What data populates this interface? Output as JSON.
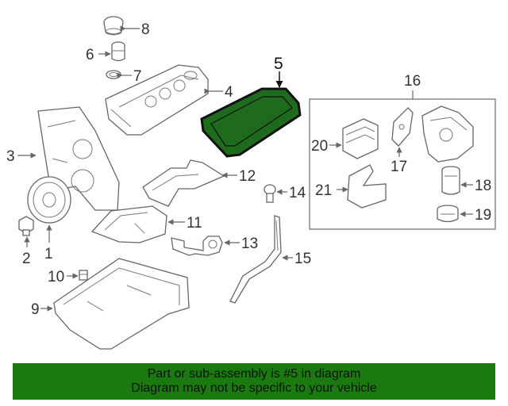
{
  "diagram": {
    "callouts": {
      "c1": "1",
      "c2": "2",
      "c3": "3",
      "c4": "4",
      "c5": "5",
      "c6": "6",
      "c7": "7",
      "c8": "8",
      "c9": "9",
      "c10": "10",
      "c11": "11",
      "c12": "12",
      "c13": "13",
      "c14": "14",
      "c15": "15",
      "c16": "16",
      "c17": "17",
      "c18": "18",
      "c19": "19",
      "c20": "20",
      "c21": "21"
    },
    "highlight_part": "5",
    "colors": {
      "highlight_fill": "#1e6b1e",
      "highlight_stroke": "#111111",
      "line_art": "#666666"
    }
  },
  "banner": {
    "line1": "Part or sub-assembly is #5 in diagram",
    "line2": "Diagram may not be specific to your vehicle",
    "background": "#1b7a0f"
  }
}
